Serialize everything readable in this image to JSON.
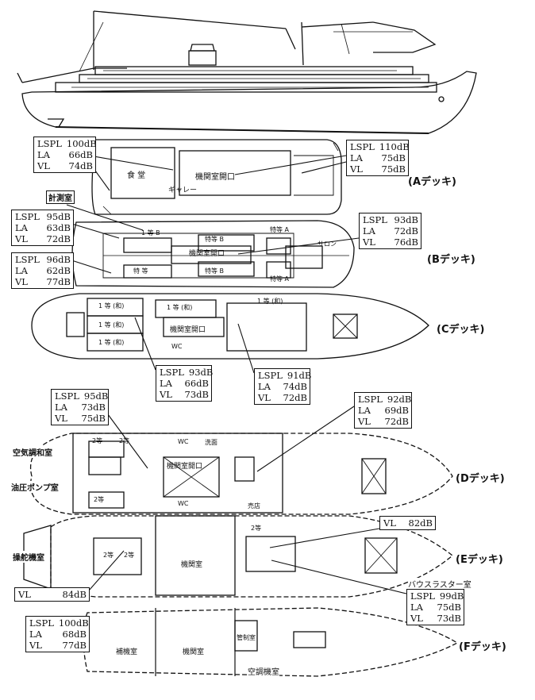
{
  "decks": {
    "a": "(Aデッキ)",
    "b": "(Bデッキ)",
    "c": "(Cデッキ)",
    "d": "(Dデッキ)",
    "e": "(Eデッキ)",
    "f": "(Fデッキ)"
  },
  "meters": {
    "a_left": {
      "lspl": "LSPL",
      "lspl_v": "100dB",
      "la": "LA",
      "la_v": "66dB",
      "vl": "VL",
      "vl_v": "74dB"
    },
    "a_right": {
      "lspl": "LSPL",
      "lspl_v": "110dB",
      "la": "LA",
      "la_v": "75dB",
      "vl": "VL",
      "vl_v": "75dB"
    },
    "b_left1": {
      "lspl": "LSPL",
      "lspl_v": "95dB",
      "la": "LA",
      "la_v": "63dB",
      "vl": "VL",
      "vl_v": "72dB"
    },
    "b_left2": {
      "lspl": "LSPL",
      "lspl_v": "96dB",
      "la": "LA",
      "la_v": "62dB",
      "vl": "VL",
      "vl_v": "77dB"
    },
    "b_right": {
      "lspl": "LSPL",
      "lspl_v": "93dB",
      "la": "LA",
      "la_v": "72dB",
      "vl": "VL",
      "vl_v": "76dB"
    },
    "c_left": {
      "lspl": "LSPL",
      "lspl_v": "93dB",
      "la": "LA",
      "la_v": "66dB",
      "vl": "VL",
      "vl_v": "73dB"
    },
    "c_right": {
      "lspl": "LSPL",
      "lspl_v": "91dB",
      "la": "LA",
      "la_v": "74dB",
      "vl": "VL",
      "vl_v": "72dB"
    },
    "d_left": {
      "lspl": "LSPL",
      "lspl_v": "95dB",
      "la": "LA",
      "la_v": "73dB",
      "vl": "VL",
      "vl_v": "75dB"
    },
    "d_right": {
      "lspl": "LSPL",
      "lspl_v": "92dB",
      "la": "LA",
      "la_v": "69dB",
      "vl": "VL",
      "vl_v": "72dB"
    },
    "e_top": {
      "vl": "VL",
      "vl_v": "82dB"
    },
    "e_left": {
      "vl": "VL",
      "vl_v": "84dB"
    },
    "e_right": {
      "lspl": "LSPL",
      "lspl_v": "99dB",
      "la": "LA",
      "la_v": "75dB",
      "vl": "VL",
      "vl_v": "73dB"
    },
    "f_left": {
      "lspl": "LSPL",
      "lspl_v": "100dB",
      "la": "LA",
      "la_v": "68dB",
      "vl": "VL",
      "vl_v": "77dB"
    }
  },
  "labels": {
    "measure_room": "計測室",
    "air_room": "空気調和室",
    "hydraulic_pump": "油圧ポンプ室",
    "steering_room": "操舵機室",
    "thruster_room": "バウスラスター室",
    "aircon_machine_room": "空調機室",
    "galley": "ギャレー",
    "dining": "食 堂",
    "engine_casing": "機関室開口",
    "engine_room": "機関室",
    "aux_engine_room": "補機室",
    "control_room": "管制室",
    "salon": "サロン",
    "laundry": "洗面",
    "first_class": "1 等",
    "first_class_w": "1 等 (和)",
    "first_b": "1 等 B",
    "special_b": "特等 B",
    "special_a": "特等 A",
    "special": "特 等",
    "second_class": "2 等",
    "second": "2等",
    "wc": "WC",
    "store": "売店"
  }
}
